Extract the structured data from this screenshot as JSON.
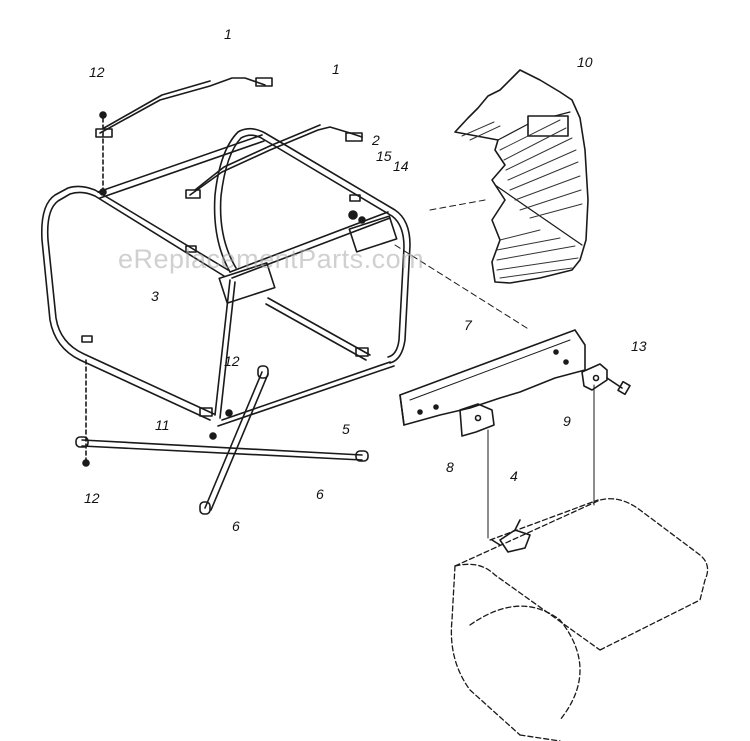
{
  "watermark": "eReplacementParts.com",
  "labels": {
    "l1a": "1",
    "l1b": "1",
    "l2": "2",
    "l3": "3",
    "l4": "4",
    "l5": "5",
    "l6a": "6",
    "l6b": "6",
    "l7": "7",
    "l8": "8",
    "l9": "9",
    "l10": "10",
    "l11": "11",
    "l12a": "12",
    "l12b": "12",
    "l12c": "12",
    "l13": "13",
    "l14": "14",
    "l15": "15"
  },
  "colors": {
    "line": "#1a1a1a",
    "hatch": "#333333",
    "watermark": "#aaaaaa"
  }
}
